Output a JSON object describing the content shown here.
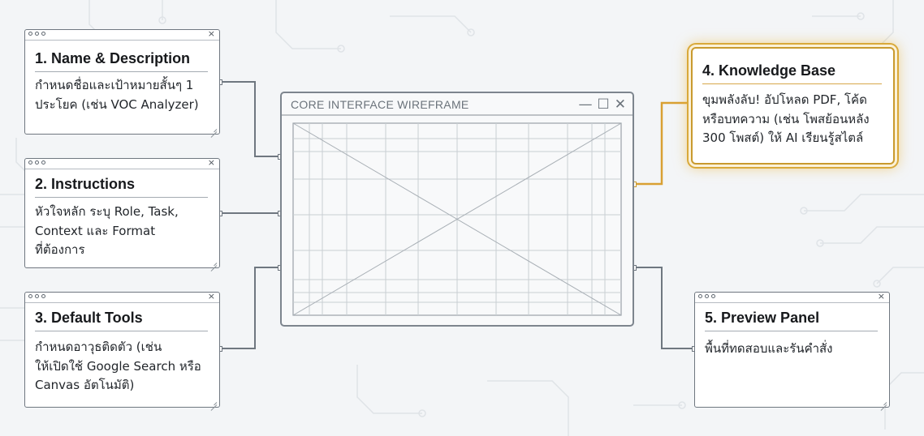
{
  "panels": [
    {
      "id": "name",
      "title": "1. Name & Description",
      "text": [
        "กำหนดชื่อและเป้าหมายสั้นๆ 1",
        "ประโยค (เช่น VOC Analyzer)"
      ]
    },
    {
      "id": "instructions",
      "title": "2. Instructions",
      "text": [
        "หัวใจหลัก ระบุ Role, Task,",
        "Context และ Format",
        "ที่ต้องการ"
      ]
    },
    {
      "id": "tools",
      "title": "3. Default Tools",
      "text": [
        "กำหนดอาวุธติดตัว (เช่น",
        "ให้เปิดใช้ Google Search หรือ",
        "Canvas อัตโนมัติ)"
      ]
    },
    {
      "id": "knowledge",
      "title": "4. Knowledge Base",
      "text": [
        "ขุมพลังลับ! อัปโหลด PDF, โค้ด",
        "หรือบทความ (เช่น โพสย้อนหลัง",
        "300 โพสต์) ให้ AI เรียนรู้สไตล์"
      ]
    },
    {
      "id": "preview",
      "title": "5. Preview Panel",
      "text": [
        "พื้นที่ทดสอบและรันคำสั่ง"
      ]
    }
  ],
  "core": {
    "title": "CORE INTERFACE WIREFRAME",
    "controls": [
      "—",
      "☐",
      "✕"
    ]
  },
  "window_icons": {
    "dots": "traffic-dots",
    "close": "×"
  },
  "colors": {
    "background": "#f3f5f7",
    "panel_border": "#6f7780",
    "connector": "#6f7780",
    "highlight": "#d9a93a",
    "circuit": "#dfe3e7"
  }
}
